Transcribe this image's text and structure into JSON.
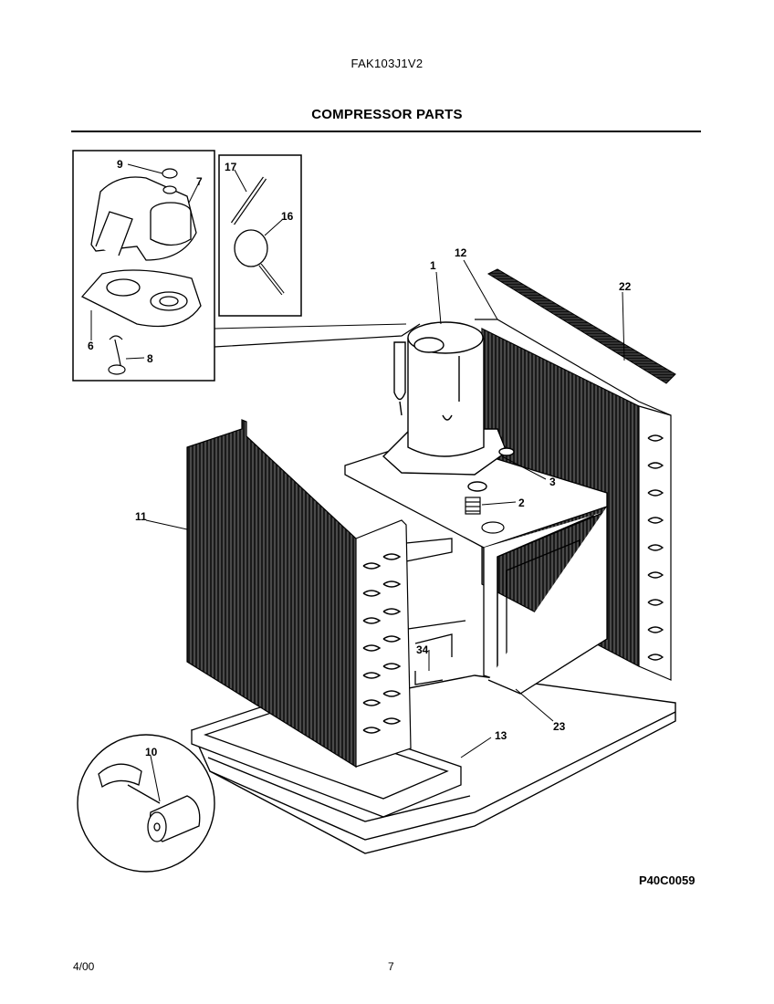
{
  "header": {
    "model": "FAK103J1V2",
    "title": "COMPRESSOR PARTS"
  },
  "callouts": [
    {
      "id": "c1",
      "label": "1"
    },
    {
      "id": "c2",
      "label": "2"
    },
    {
      "id": "c3",
      "label": "3"
    },
    {
      "id": "c6",
      "label": "6"
    },
    {
      "id": "c7",
      "label": "7"
    },
    {
      "id": "c8",
      "label": "8"
    },
    {
      "id": "c9",
      "label": "9"
    },
    {
      "id": "c10",
      "label": "10"
    },
    {
      "id": "c11",
      "label": "11"
    },
    {
      "id": "c12",
      "label": "12"
    },
    {
      "id": "c13",
      "label": "13"
    },
    {
      "id": "c16",
      "label": "16"
    },
    {
      "id": "c17",
      "label": "17"
    },
    {
      "id": "c22",
      "label": "22"
    },
    {
      "id": "c23",
      "label": "23"
    },
    {
      "id": "c34",
      "label": "34"
    }
  ],
  "footer": {
    "diagram_code": "P40C0059",
    "date": "4/00",
    "page": "7"
  }
}
